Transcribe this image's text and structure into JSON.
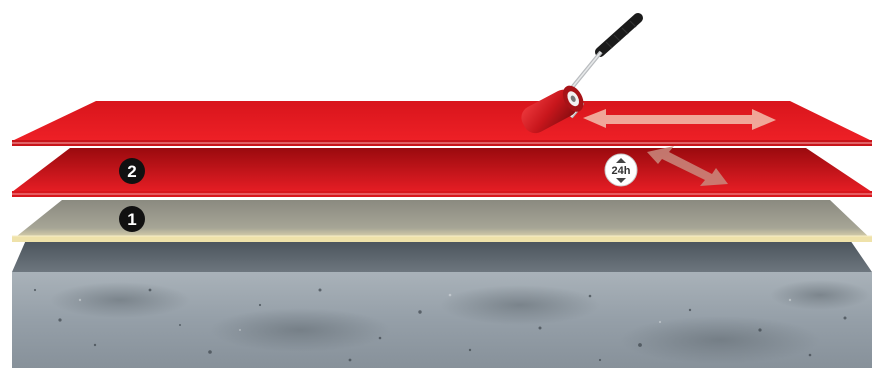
{
  "steps": [
    {
      "number": "1",
      "layer": "primer"
    },
    {
      "number": "2",
      "layer": "first-coat"
    }
  ],
  "wait_time": "24h",
  "colors": {
    "coating_red": "#e81c24",
    "coating_dark_red": "#b80f14",
    "primer": "#f3e7b5",
    "concrete": "#9aa3ab",
    "arrow": "#f2c0ae",
    "roller_cover": "#d5191f",
    "handle": "#1b1b1b"
  },
  "icons": [
    "paint-roller-icon",
    "horizontal-arrow-icon",
    "diagonal-arrow-icon",
    "hourglass-icon"
  ]
}
